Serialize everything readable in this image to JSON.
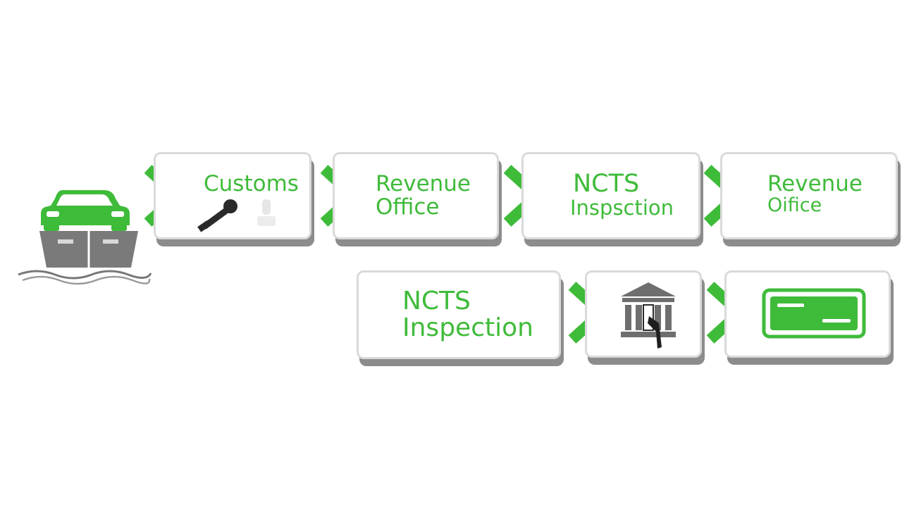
{
  "colors": {
    "accent": "#3fbb3a",
    "card_border": "#dadada",
    "card_shadow": "#8c8c8c",
    "icon_gray": "#6e6e6e"
  },
  "row1": {
    "step1": {
      "line1": "Customs"
    },
    "step2": {
      "line1": "Revenue",
      "line2": "Office"
    },
    "step3": {
      "line1": "NCTS",
      "line2": "Inspsction"
    },
    "step4": {
      "line1": "Revenue",
      "line2": "Oifice"
    }
  },
  "row2": {
    "step5": {
      "line1": "NCTS",
      "line2": "Inspection"
    }
  },
  "icons": {
    "ship": "car-on-ship-icon",
    "stamp": "stamp-icon",
    "bank": "bank-building-icon",
    "card": "payment-card-icon",
    "arrow": "chevron-right-icon"
  }
}
